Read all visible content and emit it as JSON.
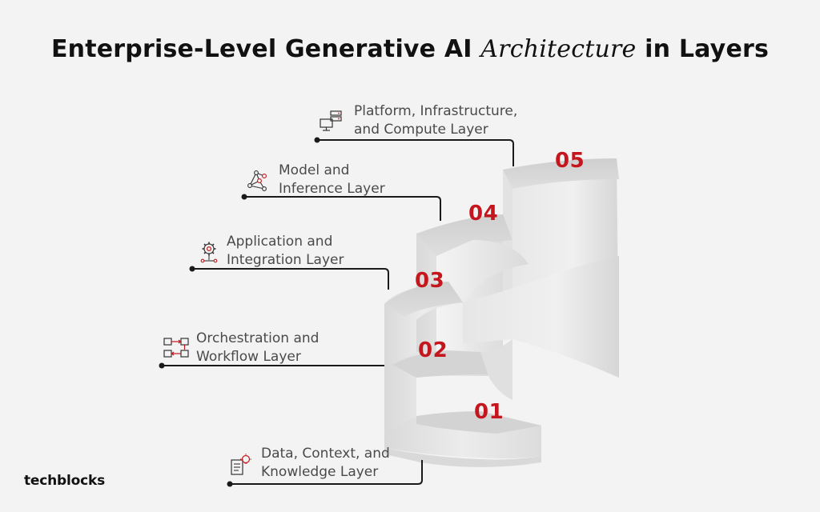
{
  "title": {
    "part1": "Enterprise-Level Generative AI ",
    "part2": "Architecture",
    "part3": " in Layers"
  },
  "layers": [
    {
      "number": "05",
      "line1": "Platform, Infrastructure,",
      "line2": "and Compute Layer",
      "icon": "server-monitor-icon"
    },
    {
      "number": "04",
      "line1": "Model and",
      "line2": "Inference Layer",
      "icon": "network-nodes-icon"
    },
    {
      "number": "03",
      "line1": "Application and",
      "line2": "Integration Layer",
      "icon": "gear-integration-icon"
    },
    {
      "number": "02",
      "line1": "Orchestration and",
      "line2": "Workflow Layer",
      "icon": "workflow-boxes-icon"
    },
    {
      "number": "01",
      "line1": "Data, Context, and",
      "line2": "Knowledge Layer",
      "icon": "document-bulb-icon"
    }
  ],
  "brand": "techblocks",
  "colors": {
    "accent": "#c4161c",
    "background": "#f3f3f3",
    "text": "#4a4a4a"
  }
}
